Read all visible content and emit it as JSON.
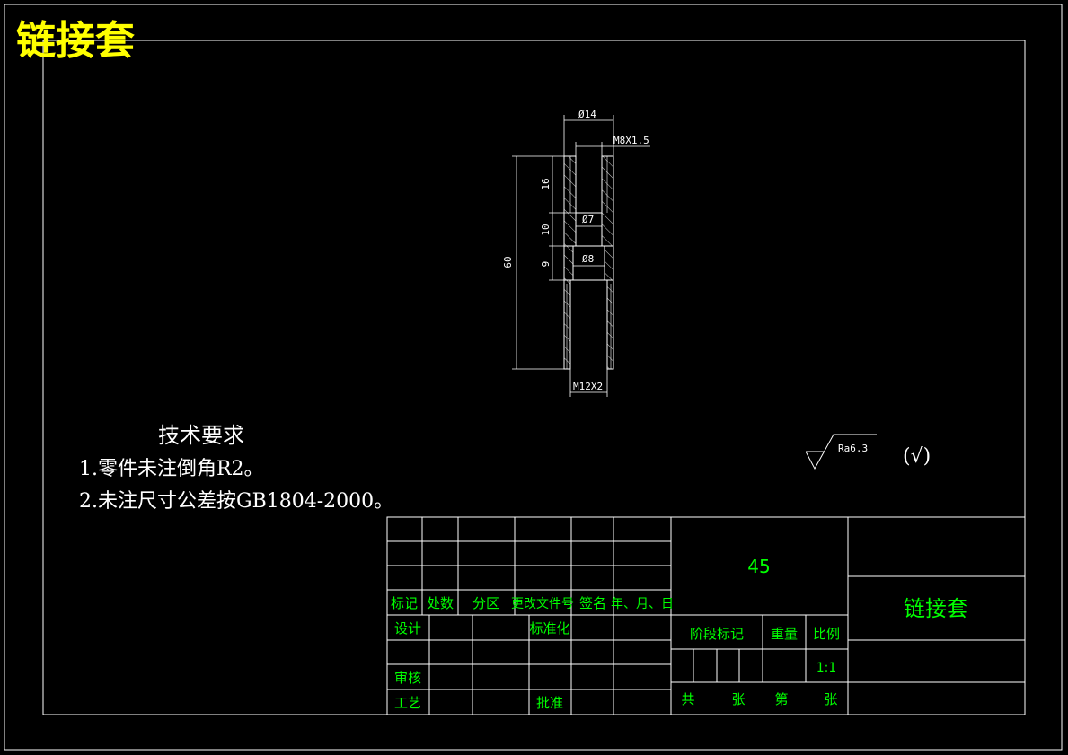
{
  "drawing": {
    "title": "链接套"
  },
  "dimensions": {
    "outer_dia": "Ø14",
    "thread_top": "M8X1.5",
    "inner_dia_7": "Ø7",
    "inner_dia_8": "Ø8",
    "thread_bottom": "M12X2",
    "total_length": "60",
    "len_16": "16",
    "len_10": "10",
    "len_9": "9"
  },
  "tech_requirements": {
    "heading": "技术要求",
    "item1": "1.零件未注倒角R2。",
    "item2": "2.未注尺寸公差按GB1804-2000。"
  },
  "surface": {
    "roughness": "Ra6.3",
    "other_mark": "(√)"
  },
  "title_block": {
    "material": "45",
    "part_name": "链接套",
    "headers": {
      "mark": "标记",
      "count": "处数",
      "zone": "分区",
      "change_doc": "更改文件号",
      "signature": "签名",
      "date": "年、月、日"
    },
    "design": "设计",
    "standardize": "标准化",
    "review": "审核",
    "process": "工艺",
    "approve": "批准",
    "stage_mark": "阶段标记",
    "weight": "重量",
    "scale_label": "比例",
    "scale_value": "1:1",
    "total": "共",
    "sheets": "张",
    "sheet_no": "第",
    "sheet": "张"
  },
  "colors": {
    "background": "#000000",
    "lines": "#ffffff",
    "title_text": "#ffff00",
    "title_block_text": "#00ff00"
  }
}
